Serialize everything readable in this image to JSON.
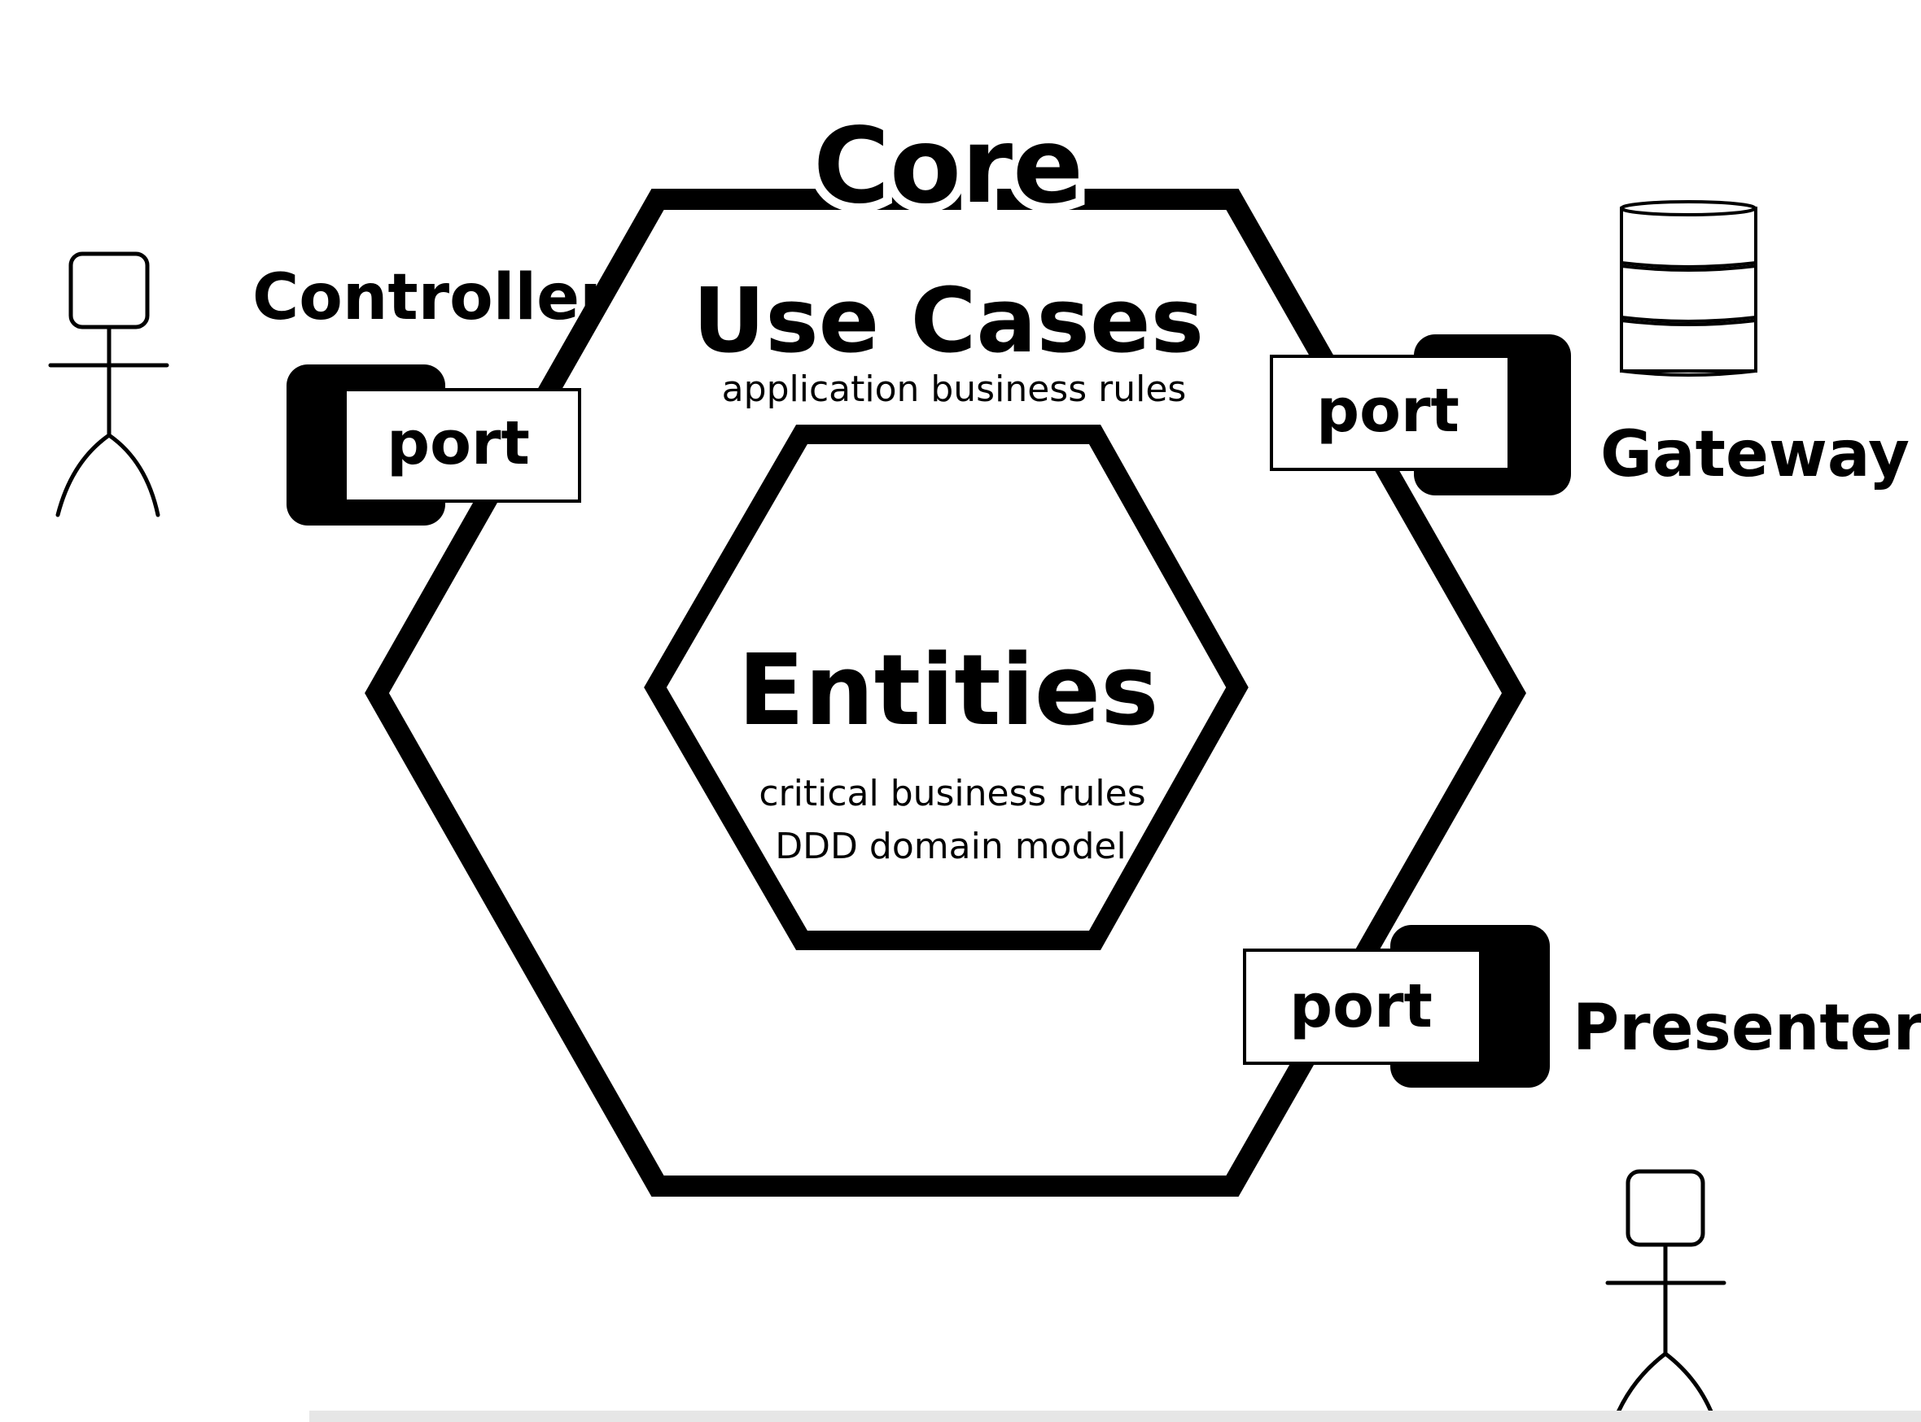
{
  "diagram": {
    "title": "Core",
    "use_cases": {
      "title": "Use Cases",
      "subtitle": "application business rules"
    },
    "entities": {
      "title": "Entities",
      "line1": "critical business rules",
      "line2": "DDD domain model"
    },
    "ports": [
      {
        "owner": "Controller",
        "label": "port"
      },
      {
        "owner": "Gateway",
        "label": "port"
      },
      {
        "owner": "Presenter",
        "label": "port"
      }
    ],
    "controller_label": "Controller",
    "gateway_label": "Gateway",
    "presenter_label": "Presenter",
    "icons": {
      "actor_left": "stick-figure-actor",
      "actor_bottom_right": "stick-figure-actor",
      "database": "database-cylinder-stack"
    },
    "colors": {
      "stroke": "#000000",
      "background": "#ffffff",
      "port_fill": "#ffffff",
      "port_shadow": "#000000"
    }
  }
}
